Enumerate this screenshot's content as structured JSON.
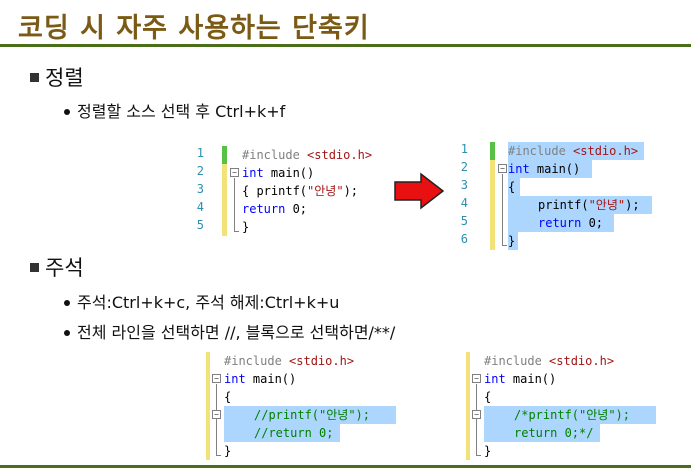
{
  "title": "코딩 시 자주 사용하는 단축키",
  "section_sort": {
    "heading": "정렬",
    "bullet": "정렬할 소스 선택 후 Ctrl+k+f"
  },
  "section_comment": {
    "heading": "주석",
    "bullet1": "주석:Ctrl+k+c, 주석 해제:Ctrl+k+u",
    "bullet2": "전체 라인을 선택하면 //, 블록으로 선택하면/**/"
  },
  "code_before": {
    "line_numbers": [
      "1",
      "2",
      "3",
      "4",
      "5"
    ],
    "line1_pp": "#include ",
    "line1_str": "<stdio.h>",
    "line2_kw": "int",
    "line2_txt": " main()",
    "line3_txt1": "{ printf(",
    "line3_str": "\"안녕\"",
    "line3_txt2": ");",
    "line4_kw": "return",
    "line4_txt": " 0;",
    "line5_txt": "}"
  },
  "code_after": {
    "line_numbers": [
      "1",
      "2",
      "3",
      "4",
      "5",
      "6"
    ],
    "line1_pp": "#include ",
    "line1_str": "<stdio.h>",
    "line2_kw": "int",
    "line2_txt": " main()",
    "line3_txt": "{",
    "line4_txt1": "printf(",
    "line4_str": "\"안녕\"",
    "line4_txt2": ");",
    "line5_kw": "return",
    "line5_txt": " 0;",
    "line6_txt": "}"
  },
  "code_line_comment": {
    "line1_pp": "#include ",
    "line1_str": "<stdio.h>",
    "line2_kw": "int",
    "line2_txt": " main()",
    "line3_txt": "{",
    "line4_cmt": "//printf(\"안녕\");",
    "line5_cmt": "//return 0;",
    "line6_txt": "}"
  },
  "code_block_comment": {
    "line1_pp": "#include ",
    "line1_str": "<stdio.h>",
    "line2_kw": "int",
    "line2_txt": " main()",
    "line3_txt": "{",
    "line4_cmt": "/*printf(\"안녕\");",
    "line5_cmt": "return 0;*/",
    "line6_txt": "}"
  },
  "colors": {
    "title": "#7a5a14",
    "rule": "#4a6e1a",
    "selection": "#add6ff",
    "keyword": "#0000ff",
    "string": "#a31515",
    "comment": "#008000",
    "line_number": "#2b91af",
    "arrow": "#e81010"
  }
}
